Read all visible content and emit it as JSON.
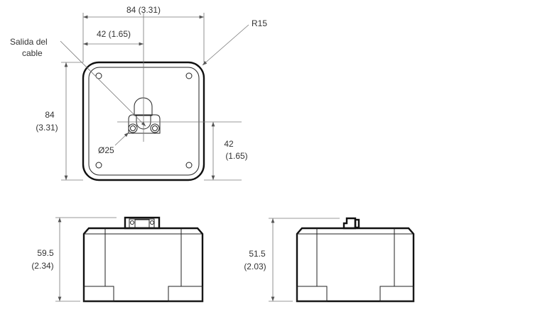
{
  "top_view": {
    "width_dim": "84 (3.31)",
    "half_width_dim": "42 (1.65)",
    "height_dim": [
      "84",
      "(3.31)"
    ],
    "half_height_dim": [
      "42",
      "(1.65)"
    ],
    "radius_label": "R15",
    "cable_label": [
      "Salida del",
      "cable"
    ],
    "diameter_label": "Ø25"
  },
  "side_view_left": {
    "height_dim": [
      "59.5",
      "(2.34)"
    ]
  },
  "side_view_right": {
    "height_dim": [
      "51.5",
      "(2.03)"
    ]
  }
}
